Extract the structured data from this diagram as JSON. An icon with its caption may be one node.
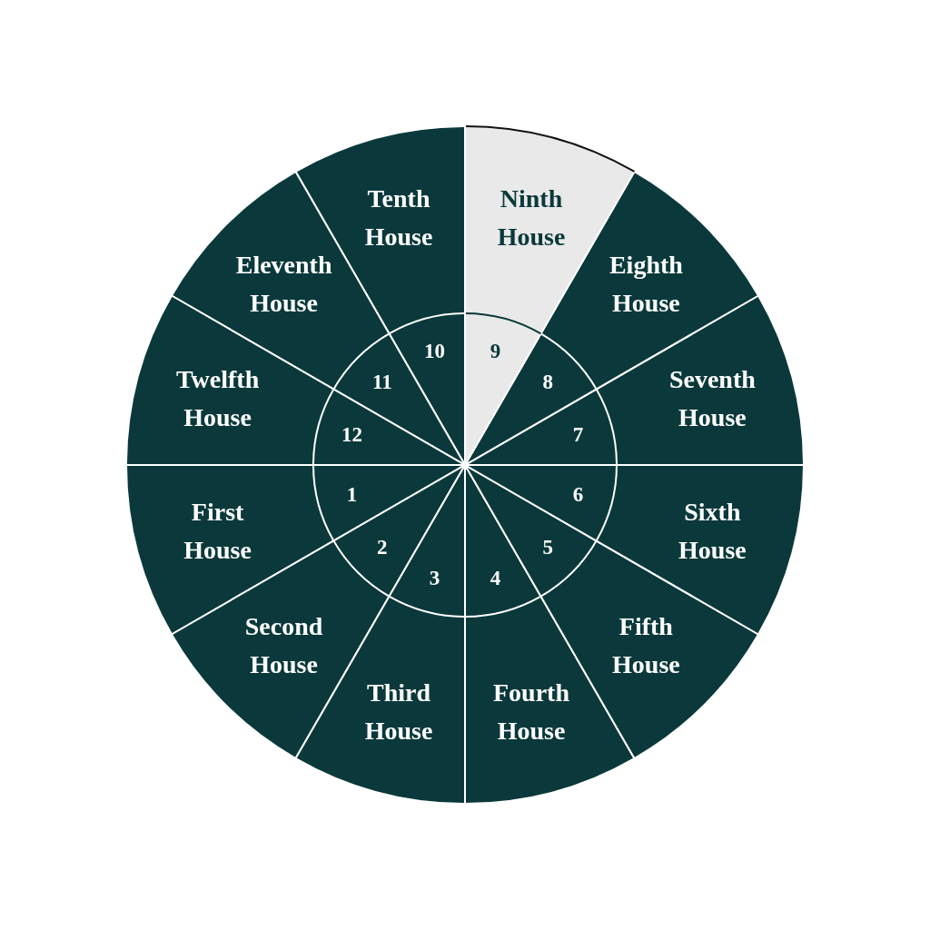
{
  "diagram": {
    "nodes": [
      {
        "text": [
          "1",
          "First House"
        ]
      },
      {
        "text": [
          "2",
          "Second House"
        ]
      },
      {
        "text": [
          "3",
          "Third House"
        ]
      },
      {
        "text": [
          "4",
          "Fourth House"
        ]
      },
      {
        "text": [
          "5",
          "Fifth House"
        ]
      },
      {
        "text": [
          "6",
          "Sixth House"
        ]
      },
      {
        "text": [
          "Seventh House",
          "7"
        ]
      },
      {
        "text": [
          "Eighth House",
          "8"
        ]
      },
      {
        "text": [
          "Ninth House",
          "9"
        ]
      },
      {
        "text": [
          "Tenth House",
          "10"
        ]
      },
      {
        "text": [
          "Eleventh House",
          "11"
        ]
      },
      {
        "text": [
          "Twelfth House",
          "12"
        ]
      }
    ]
  }
}
